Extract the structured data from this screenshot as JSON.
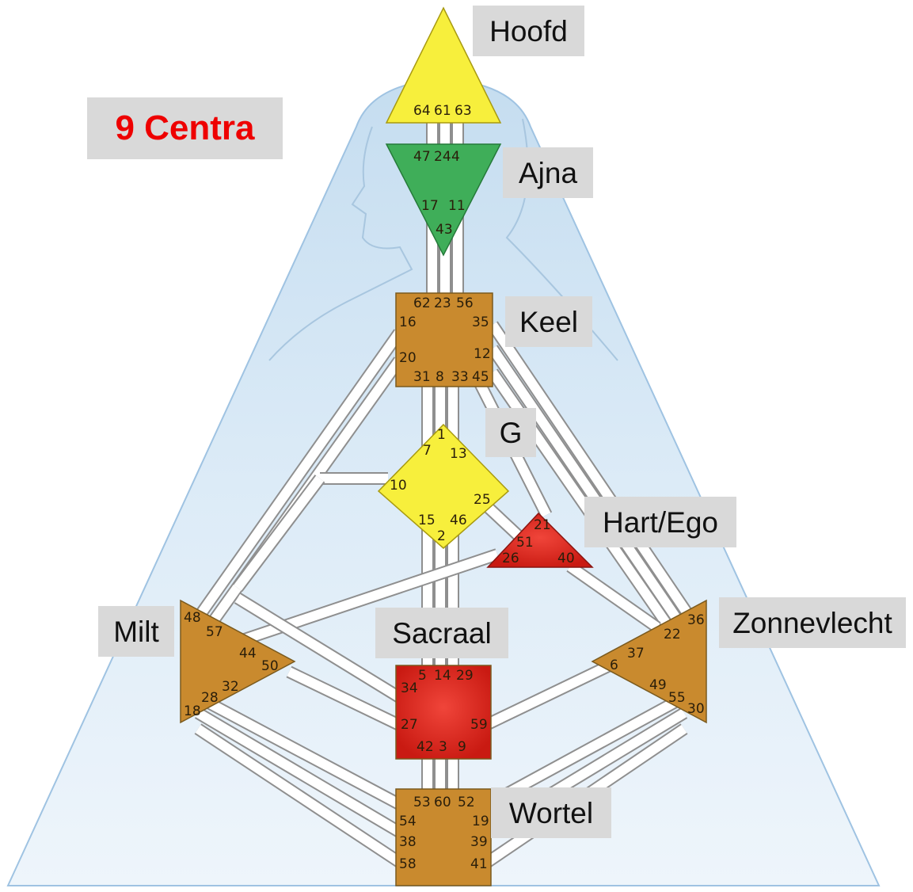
{
  "title": "9 Centra",
  "colors": {
    "yellow": "#f7ef3c",
    "green": "#3fae59",
    "orange": "#c98a2e",
    "red": "#e3261d",
    "label_bg": "#d9d9d9",
    "title_red": "#ee0000",
    "background_blue": "#d4e8f6"
  },
  "centers": [
    {
      "id": "head",
      "label": "Hoofd",
      "shape": "triangle-up",
      "color": "yellow",
      "gates": [
        "64",
        "61",
        "63"
      ]
    },
    {
      "id": "ajna",
      "label": "Ajna",
      "shape": "triangle-down",
      "color": "green",
      "gates": [
        "47",
        "24",
        "4",
        "17",
        "11",
        "43"
      ]
    },
    {
      "id": "throat",
      "label": "Keel",
      "shape": "square",
      "color": "orange",
      "gates": [
        "62",
        "23",
        "56",
        "16",
        "35",
        "20",
        "12",
        "31",
        "8",
        "33",
        "45"
      ]
    },
    {
      "id": "g",
      "label": "G",
      "shape": "diamond",
      "color": "yellow",
      "gates": [
        "1",
        "7",
        "13",
        "10",
        "25",
        "15",
        "46",
        "2"
      ]
    },
    {
      "id": "heart",
      "label": "Hart/Ego",
      "shape": "triangle-up",
      "color": "red",
      "gates": [
        "21",
        "51",
        "26",
        "40"
      ]
    },
    {
      "id": "spleen",
      "label": "Milt",
      "shape": "triangle-right",
      "color": "orange",
      "gates": [
        "48",
        "57",
        "44",
        "50",
        "32",
        "28",
        "18"
      ]
    },
    {
      "id": "sacral",
      "label": "Sacraal",
      "shape": "square",
      "color": "red",
      "gates": [
        "5",
        "14",
        "29",
        "34",
        "27",
        "59",
        "42",
        "3",
        "9"
      ]
    },
    {
      "id": "solar",
      "label": "Zonnevlecht",
      "shape": "triangle-left",
      "color": "orange",
      "gates": [
        "36",
        "22",
        "37",
        "6",
        "49",
        "55",
        "30"
      ]
    },
    {
      "id": "root",
      "label": "Wortel",
      "shape": "square",
      "color": "orange",
      "gates": [
        "53",
        "60",
        "52",
        "54",
        "19",
        "38",
        "39",
        "58",
        "41"
      ]
    }
  ]
}
